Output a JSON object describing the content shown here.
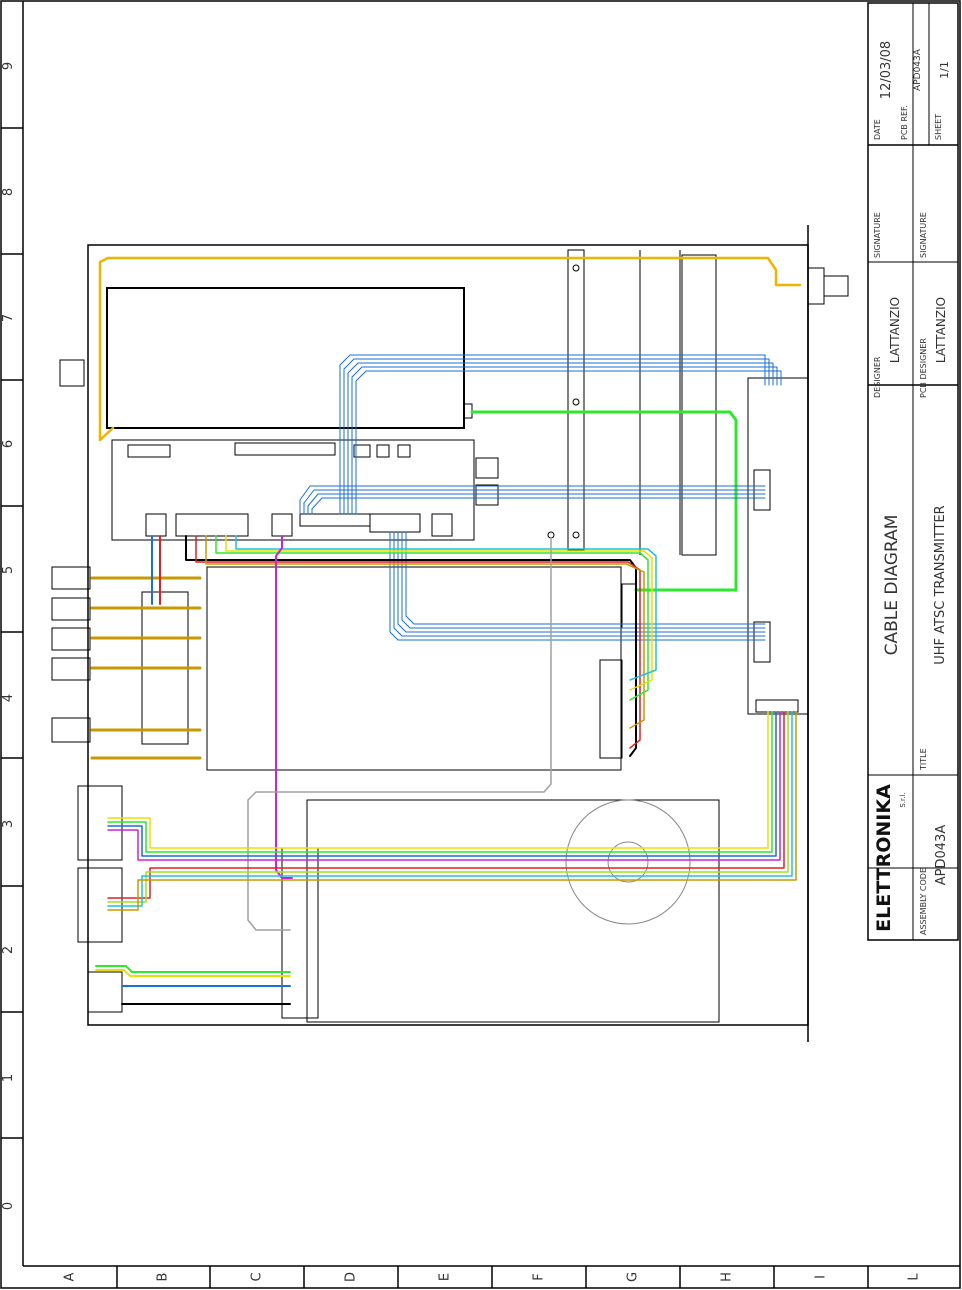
{
  "border": {
    "row_labels": [
      "9",
      "8",
      "7",
      "6",
      "5",
      "4",
      "3",
      "2",
      "1",
      "0"
    ],
    "col_labels": [
      "A",
      "B",
      "C",
      "D",
      "E",
      "F",
      "G",
      "H",
      "I",
      "L"
    ]
  },
  "title_block": {
    "date_label": "DATE",
    "date_value": "12/03/08",
    "pcb_ref_label": "PCB REF.",
    "pcb_ref_value": "APD043A",
    "sheet_label": "SHEET",
    "sheet_value": "1/1",
    "signature_label_1": "SIGNATURE",
    "signature_label_2": "SIGNATURE",
    "designer_label": "DESIGNER",
    "designer_value": "LATTANZIO",
    "pcb_designer_label": "PCB DESIGNER",
    "pcb_designer_value": "LATTANZIO",
    "drawing_title": "CABLE DIAGRAM",
    "title_label": "TITLE",
    "title_value": "UHF ATSC TRANSMITTER",
    "assembly_label": "ASSEMBLY CODE",
    "assembly_value": "APD043A",
    "company_logo": "ELETTRONIKA",
    "company_suffix": "S.r.l."
  },
  "colors": {
    "orange": "#f0b400",
    "gold": "#c89800",
    "green": "#2ee82e",
    "blue": "#1a6fd8",
    "red": "#e02020",
    "magenta": "#d020d0",
    "yellow": "#e8e000",
    "lime": "#a0e020",
    "cyan": "#20c0e0",
    "grey": "#a0a0a0"
  }
}
